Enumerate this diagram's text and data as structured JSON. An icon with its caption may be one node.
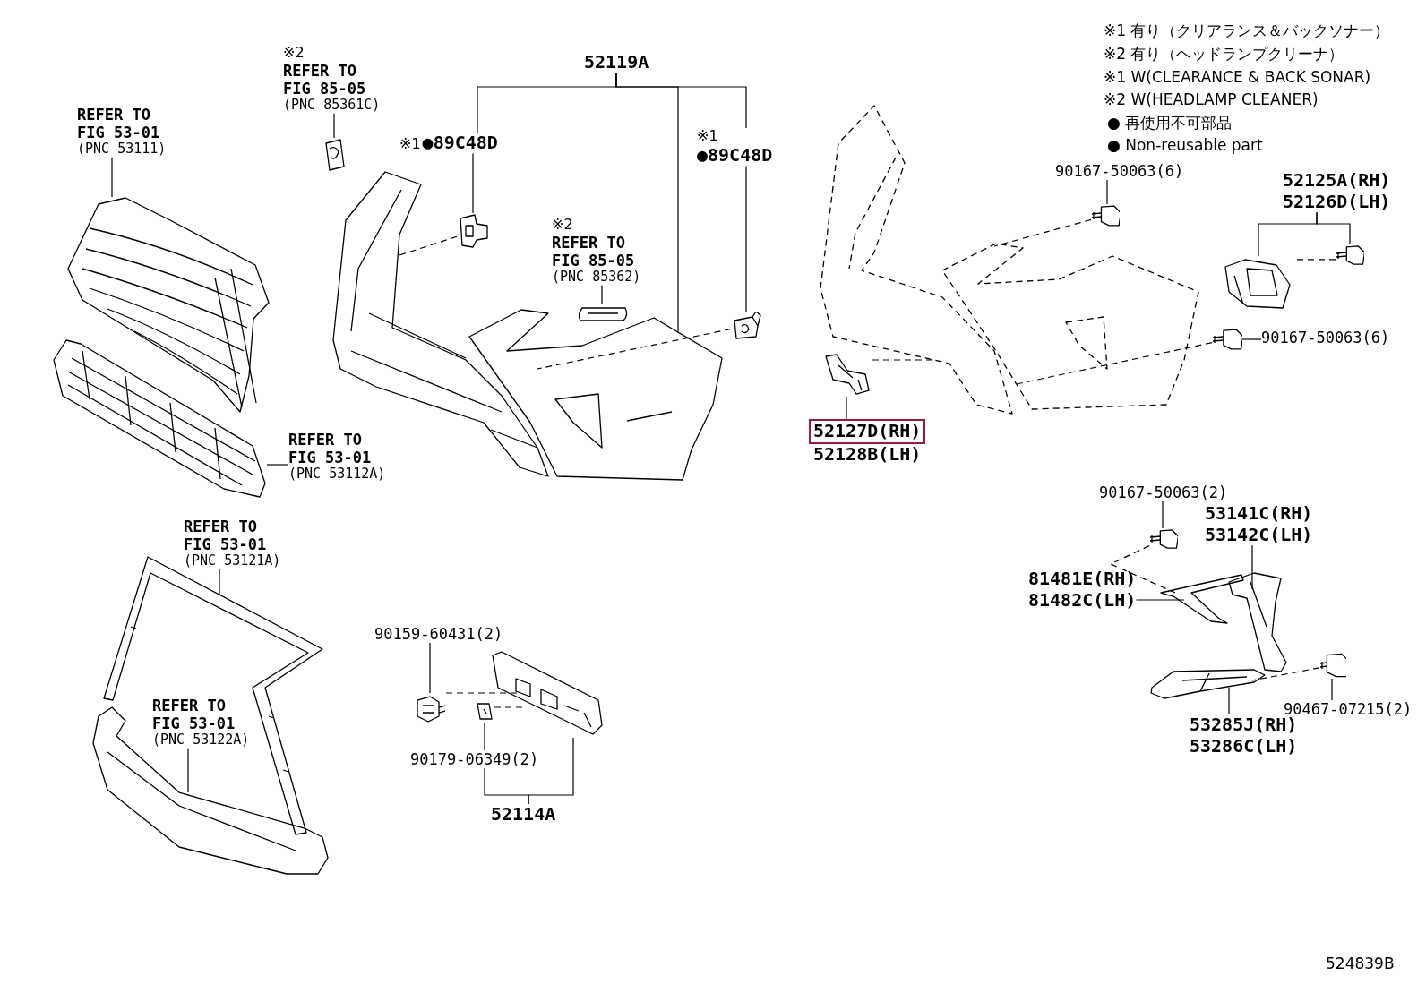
{
  "diagram": {
    "nodes": [
      {
        "text": [
          "REFER TO FIG 53-01",
          "(PNC 53111)"
        ]
      },
      {
        "text": [],
        "shape": "picture"
      },
      {
        "text": [
          "※2",
          "REFER TO FIG 85-05",
          "(PNC 85361C)"
        ]
      },
      {
        "text": [],
        "shape": "picture"
      },
      {
        "text": [
          "52119A"
        ]
      },
      {
        "text": [
          "※1",
          "●89C48D"
        ]
      },
      {
        "text": [],
        "shape": "picture"
      },
      {
        "text": [
          "※1",
          "●89C48D"
        ]
      },
      {
        "text": [],
        "shape": "picture"
      },
      {
        "text": [],
        "shape": "picture"
      },
      {
        "text": [
          "※2",
          "REFER TO FIG 85-05",
          "(PNC 85362)"
        ]
      },
      {
        "text": [],
        "shape": "picture"
      },
      {
        "text": [
          "REFER TO FIG 53-01",
          "(PNC 53112A)"
        ]
      },
      {
        "text": [],
        "shape": "picture"
      },
      {
        "text": [
          "52127D(RH)",
          "52128B(LH)"
        ]
      },
      {
        "text": [],
        "shape": "picture"
      },
      {
        "text": [],
        "shape": "picture"
      },
      {
        "text": [
          "90167-50063(6)"
        ]
      },
      {
        "text": [],
        "shape": "picture"
      },
      {
        "text": [
          "52125A(RH)",
          "52126D(LH)"
        ]
      },
      {
        "text": [],
        "shape": "picture"
      },
      {
        "text": [],
        "shape": "picture"
      },
      {
        "text": [
          "90167-50063(6)"
        ]
      },
      {
        "text": [],
        "shape": "picture"
      },
      {
        "text": [
          "REFER TO FIG 53-01",
          "(PNC 53121A)"
        ]
      },
      {
        "text": [],
        "shape": "picture"
      },
      {
        "text": [
          "REFER TO FIG 53-01",
          "(PNC 53122A)"
        ]
      },
      {
        "text": [],
        "shape": "picture"
      },
      {
        "text": [
          "90159-60431(2)"
        ]
      },
      {
        "text": [],
        "shape": "picture"
      },
      {
        "text": [
          "90179-06349(2)"
        ]
      },
      {
        "text": [],
        "shape": "picture"
      },
      {
        "text": [],
        "shape": "picture"
      },
      {
        "text": [
          "52114A"
        ]
      },
      {
        "text": [
          "90167-50063(2)"
        ]
      },
      {
        "text": [],
        "shape": "picture"
      },
      {
        "text": [
          "53141C(RH)",
          "53142C(LH)"
        ]
      },
      {
        "text": [],
        "shape": "picture"
      },
      {
        "text": [
          "81481E(RH)",
          "81482C(LH)"
        ]
      },
      {
        "text": [],
        "shape": "picture"
      },
      {
        "text": [],
        "shape": "picture"
      },
      {
        "text": [
          "90467-07215(2)"
        ]
      },
      {
        "text": [],
        "shape": "picture"
      },
      {
        "text": [
          "53285J(RH)",
          "53286C(LH)"
        ]
      }
    ],
    "edges": [
      {
        "from": 0,
        "to": 1,
        "arrow": "none"
      },
      {
        "from": 2,
        "to": 3,
        "arrow": "none"
      },
      {
        "from": 4,
        "to": 5,
        "arrow": "none"
      },
      {
        "from": 5,
        "to": 6,
        "arrow": "none"
      },
      {
        "from": 4,
        "to": 7,
        "arrow": "none"
      },
      {
        "from": 7,
        "to": 8,
        "arrow": "none"
      },
      {
        "from": 4,
        "to": 9,
        "arrow": "none"
      },
      {
        "from": 6,
        "to": 9,
        "arrow": "none",
        "style": "dashed"
      },
      {
        "from": 8,
        "to": 9,
        "arrow": "none",
        "style": "dashed"
      },
      {
        "from": 10,
        "to": 11,
        "arrow": "none"
      },
      {
        "from": 12,
        "to": 13,
        "arrow": "none"
      },
      {
        "from": 14,
        "to": 15,
        "arrow": "none"
      },
      {
        "from": 15,
        "to": 16,
        "arrow": "none",
        "style": "dashed"
      },
      {
        "from": 17,
        "to": 18,
        "arrow": "none"
      },
      {
        "from": 18,
        "to": 16,
        "arrow": "none",
        "style": "dashed"
      },
      {
        "from": 19,
        "to": 20,
        "arrow": "none"
      },
      {
        "from": 19,
        "to": 21,
        "arrow": "none"
      },
      {
        "from": 21,
        "to": 20,
        "arrow": "none",
        "style": "dashed"
      },
      {
        "from": 22,
        "to": 23,
        "arrow": "none"
      },
      {
        "from": 23,
        "to": 16,
        "arrow": "none",
        "style": "dashed"
      },
      {
        "from": 24,
        "to": 25,
        "arrow": "none"
      },
      {
        "from": 26,
        "to": 27,
        "arrow": "none"
      },
      {
        "from": 28,
        "to": 29,
        "arrow": "none"
      },
      {
        "from": 30,
        "to": 31,
        "arrow": "none"
      },
      {
        "from": 33,
        "to": 30,
        "arrow": "none"
      },
      {
        "from": 33,
        "to": 32,
        "arrow": "none"
      },
      {
        "from": 29,
        "to": 32,
        "arrow": "none",
        "style": "dashed"
      },
      {
        "from": 31,
        "to": 32,
        "arrow": "none",
        "style": "dashed"
      },
      {
        "from": 34,
        "to": 35,
        "arrow": "none"
      },
      {
        "from": 35,
        "to": 39,
        "arrow": "none",
        "style": "dashed"
      },
      {
        "from": 36,
        "to": 37,
        "arrow": "none"
      },
      {
        "from": 38,
        "to": 39,
        "arrow": "none"
      },
      {
        "from": 42,
        "to": 40,
        "arrow": "none",
        "style": "dashed"
      },
      {
        "from": 41,
        "to": 42,
        "arrow": "none"
      },
      {
        "from": 43,
        "to": 40,
        "arrow": "none"
      }
    ],
    "labels": [
      "※1  有り（クリアランス＆バックソナー）",
      "※2  有り（ヘッドランプクリーナ）",
      "※1  W(CLEARANCE & BACK SONAR)",
      "※2  W(HEADLAMP CLEANER)",
      "● 再使用不可部品",
      "● Non-reusable part",
      "524839B"
    ]
  }
}
